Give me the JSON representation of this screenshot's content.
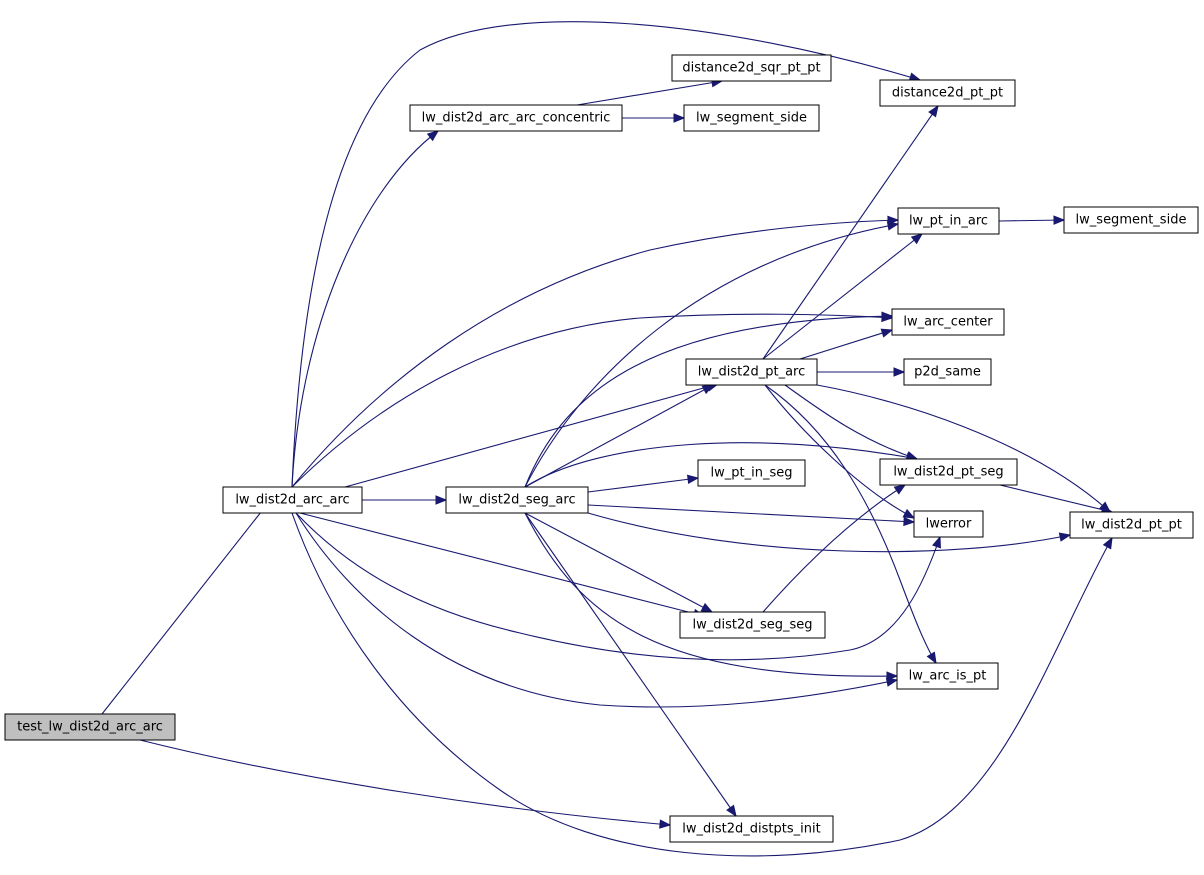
{
  "graph": {
    "edge_color": "#191970",
    "root_fill": "#bfbfbf",
    "nodes": [
      {
        "id": "test_arc_arc",
        "label": "test_lw_dist2d_arc_arc",
        "root": true
      },
      {
        "id": "arc_arc",
        "label": "lw_dist2d_arc_arc"
      },
      {
        "id": "concentric",
        "label": "lw_dist2d_arc_arc_concentric"
      },
      {
        "id": "dsqr",
        "label": "distance2d_sqr_pt_pt"
      },
      {
        "id": "seg_side_1",
        "label": "lw_segment_side"
      },
      {
        "id": "dpt",
        "label": "distance2d_pt_pt"
      },
      {
        "id": "pt_in_arc",
        "label": "lw_pt_in_arc"
      },
      {
        "id": "seg_side_2",
        "label": "lw_segment_side"
      },
      {
        "id": "arc_center",
        "label": "lw_arc_center"
      },
      {
        "id": "pt_arc",
        "label": "lw_dist2d_pt_arc"
      },
      {
        "id": "p2d_same",
        "label": "p2d_same"
      },
      {
        "id": "pt_seg",
        "label": "lw_dist2d_pt_seg"
      },
      {
        "id": "seg_arc",
        "label": "lw_dist2d_seg_arc"
      },
      {
        "id": "pt_in_seg",
        "label": "lw_pt_in_seg"
      },
      {
        "id": "lwerror",
        "label": "lwerror"
      },
      {
        "id": "pt_pt",
        "label": "lw_dist2d_pt_pt"
      },
      {
        "id": "seg_seg",
        "label": "lw_dist2d_seg_seg"
      },
      {
        "id": "arc_is_pt",
        "label": "lw_arc_is_pt"
      },
      {
        "id": "distpts_init",
        "label": "lw_dist2d_distpts_init"
      }
    ],
    "edges": [
      {
        "from": "test_arc_arc",
        "to": "arc_arc"
      },
      {
        "from": "test_arc_arc",
        "to": "distpts_init"
      },
      {
        "from": "arc_arc",
        "to": "dpt"
      },
      {
        "from": "arc_arc",
        "to": "concentric"
      },
      {
        "from": "arc_arc",
        "to": "pt_in_arc"
      },
      {
        "from": "arc_arc",
        "to": "arc_center"
      },
      {
        "from": "arc_arc",
        "to": "pt_arc"
      },
      {
        "from": "arc_arc",
        "to": "seg_arc"
      },
      {
        "from": "arc_arc",
        "to": "seg_seg"
      },
      {
        "from": "arc_arc",
        "to": "lwerror"
      },
      {
        "from": "arc_arc",
        "to": "arc_is_pt"
      },
      {
        "from": "arc_arc",
        "to": "pt_pt"
      },
      {
        "from": "concentric",
        "to": "dsqr"
      },
      {
        "from": "concentric",
        "to": "seg_side_1"
      },
      {
        "from": "pt_in_arc",
        "to": "seg_side_2"
      },
      {
        "from": "pt_arc",
        "to": "dpt"
      },
      {
        "from": "pt_arc",
        "to": "pt_in_arc"
      },
      {
        "from": "pt_arc",
        "to": "arc_center"
      },
      {
        "from": "pt_arc",
        "to": "p2d_same"
      },
      {
        "from": "pt_arc",
        "to": "pt_seg"
      },
      {
        "from": "pt_arc",
        "to": "lwerror"
      },
      {
        "from": "pt_arc",
        "to": "pt_pt"
      },
      {
        "from": "pt_arc",
        "to": "arc_is_pt"
      },
      {
        "from": "seg_arc",
        "to": "pt_in_arc"
      },
      {
        "from": "seg_arc",
        "to": "arc_center"
      },
      {
        "from": "seg_arc",
        "to": "pt_arc"
      },
      {
        "from": "seg_arc",
        "to": "pt_seg"
      },
      {
        "from": "seg_arc",
        "to": "pt_in_seg"
      },
      {
        "from": "seg_arc",
        "to": "lwerror"
      },
      {
        "from": "seg_arc",
        "to": "pt_pt"
      },
      {
        "from": "seg_arc",
        "to": "seg_seg"
      },
      {
        "from": "seg_arc",
        "to": "arc_is_pt"
      },
      {
        "from": "seg_arc",
        "to": "distpts_init"
      },
      {
        "from": "pt_seg",
        "to": "pt_pt"
      },
      {
        "from": "seg_seg",
        "to": "pt_seg"
      }
    ]
  }
}
